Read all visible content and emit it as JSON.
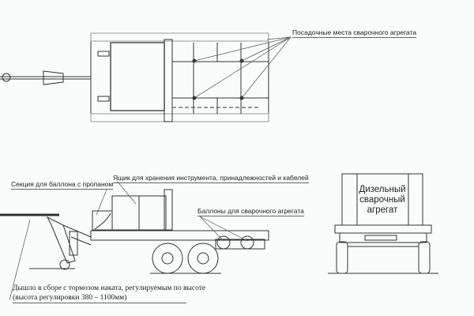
{
  "labels": {
    "mounting_points": "Посадочные места сварочного агрегата",
    "storage_box": "Ящик для хранения инструмента, принадлежностей и кабелей",
    "propane_section": "Секция для баллона с пропаном",
    "welding_cylinders": "Баллоны для сварочного агрегата",
    "drawbar_line1": "Дышло в сборе с тормозом наката, регулируемым по высоте",
    "drawbar_line2": "(высота регулировки 380 – 1100мм)",
    "diesel_unit": "Дизельный сварочный агрегат"
  }
}
